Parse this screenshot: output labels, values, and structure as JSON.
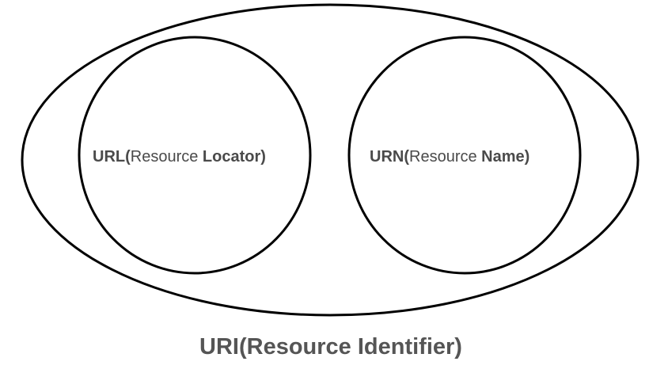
{
  "diagram": {
    "uri": {
      "abbr": "URI(",
      "name": "Resource Identifier)"
    },
    "url": {
      "abbr": "URL(",
      "word": "Resource ",
      "key": "Locator)"
    },
    "urn": {
      "abbr": "URN(",
      "word": "Resource ",
      "key": "Name)"
    }
  },
  "colors": {
    "stroke": "#000000",
    "text": "#4a4a4a",
    "caption": "#555555"
  }
}
